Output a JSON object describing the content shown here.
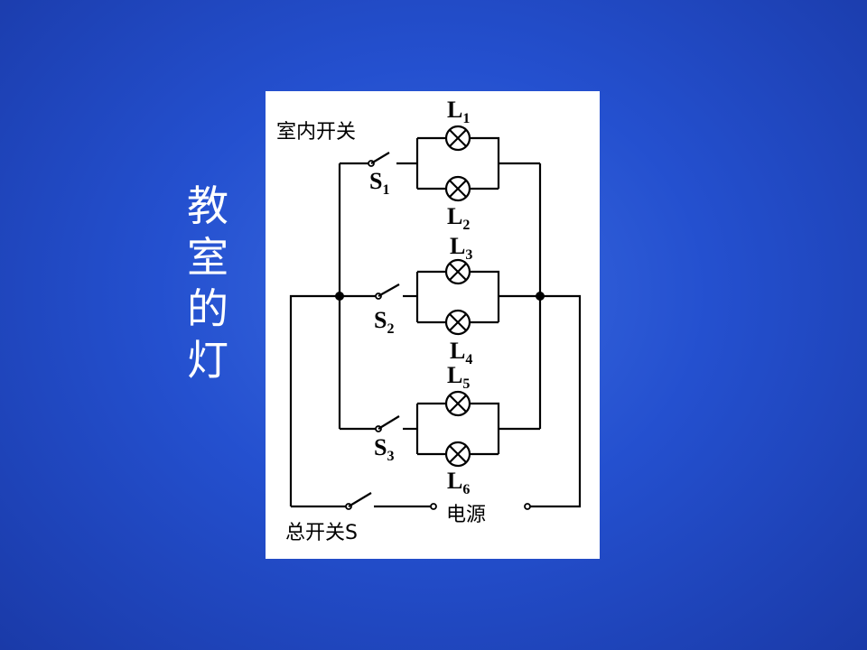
{
  "title_chars": [
    "教",
    "室",
    "的",
    "灯"
  ],
  "labels": {
    "indoor_switch": "室内开关",
    "main_switch": "总开关S",
    "power": "电源"
  },
  "switches": [
    {
      "letter": "S",
      "sub": "1"
    },
    {
      "letter": "S",
      "sub": "2"
    },
    {
      "letter": "S",
      "sub": "3"
    }
  ],
  "lamps": [
    {
      "letter": "L",
      "sub": "1"
    },
    {
      "letter": "L",
      "sub": "2"
    },
    {
      "letter": "L",
      "sub": "3"
    },
    {
      "letter": "L",
      "sub": "4"
    },
    {
      "letter": "L",
      "sub": "5"
    },
    {
      "letter": "L",
      "sub": "6"
    }
  ]
}
